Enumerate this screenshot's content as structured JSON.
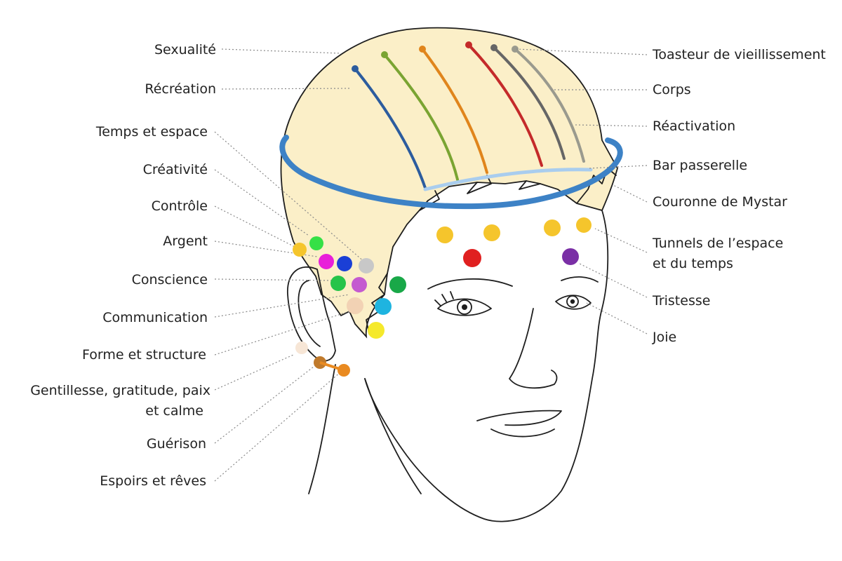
{
  "colors": {
    "hair": "#fbefc8",
    "ink": "#1e1e1e",
    "crown": "#3d82c6",
    "bridge": "#a9cdee"
  },
  "labels_left": {
    "sexualite": "Sexualité",
    "recreation": "Récréation",
    "temps_espace": "Temps et espace",
    "creativite": "Créativité",
    "controle": "Contrôle",
    "argent": "Argent",
    "conscience": "Conscience",
    "communication": "Communication",
    "forme_structure": "Forme et structure",
    "gentillesse_1": "Gentillesse, gratitude, paix",
    "gentillesse_2": "et calme",
    "guerison": "Guérison",
    "espoirs_reves": "Espoirs et rêves"
  },
  "labels_right": {
    "toasteur": "Toasteur de vieillissement",
    "corps": "Corps",
    "reactivation": "Réactivation",
    "bar_passerelle": "Bar passerelle",
    "couronne": "Couronne de Mystar",
    "tunnels_1": "Tunnels de l’espace",
    "tunnels_2": "et du temps",
    "tristesse": "Tristesse",
    "joie": "Joie"
  },
  "stripes": [
    {
      "color": "#2c5c9e"
    },
    {
      "color": "#7aa432"
    },
    {
      "color": "#e0851c"
    },
    {
      "color": "#c42a2a"
    },
    {
      "color": "#666666"
    },
    {
      "color": "#9a9a8e"
    }
  ],
  "points": [
    {
      "name": "controle-point",
      "color": "#f5c52c"
    },
    {
      "name": "creativite-point",
      "color": "#35e046"
    },
    {
      "name": "argent-point",
      "color": "#e81fd9"
    },
    {
      "name": "conscience-point",
      "color": "#1a3fd6"
    },
    {
      "name": "temps-espace-point",
      "color": "#c8c8c8"
    },
    {
      "name": "green-point-a",
      "color": "#25c44a"
    },
    {
      "name": "violet-point",
      "color": "#c45ad0"
    },
    {
      "name": "green-point-b",
      "color": "#19a848"
    },
    {
      "name": "communication-point",
      "color": "#f2d2b4"
    },
    {
      "name": "cyan-point",
      "color": "#1eb4e0"
    },
    {
      "name": "yellow-point",
      "color": "#f5e92c"
    },
    {
      "name": "forme-structure-point",
      "color": "#f7e6d6"
    },
    {
      "name": "guerison-point",
      "color": "#c07a2c"
    },
    {
      "name": "espoirs-point",
      "color": "#e98a20"
    },
    {
      "name": "forehead-yellow-a",
      "color": "#f5c52c"
    },
    {
      "name": "forehead-yellow-b",
      "color": "#f5c52c"
    },
    {
      "name": "forehead-yellow-c",
      "color": "#f5c52c"
    },
    {
      "name": "tunnels-point",
      "color": "#f5c52c"
    },
    {
      "name": "red-point",
      "color": "#e02020"
    },
    {
      "name": "tristesse-point",
      "color": "#7a2fa6"
    }
  ]
}
